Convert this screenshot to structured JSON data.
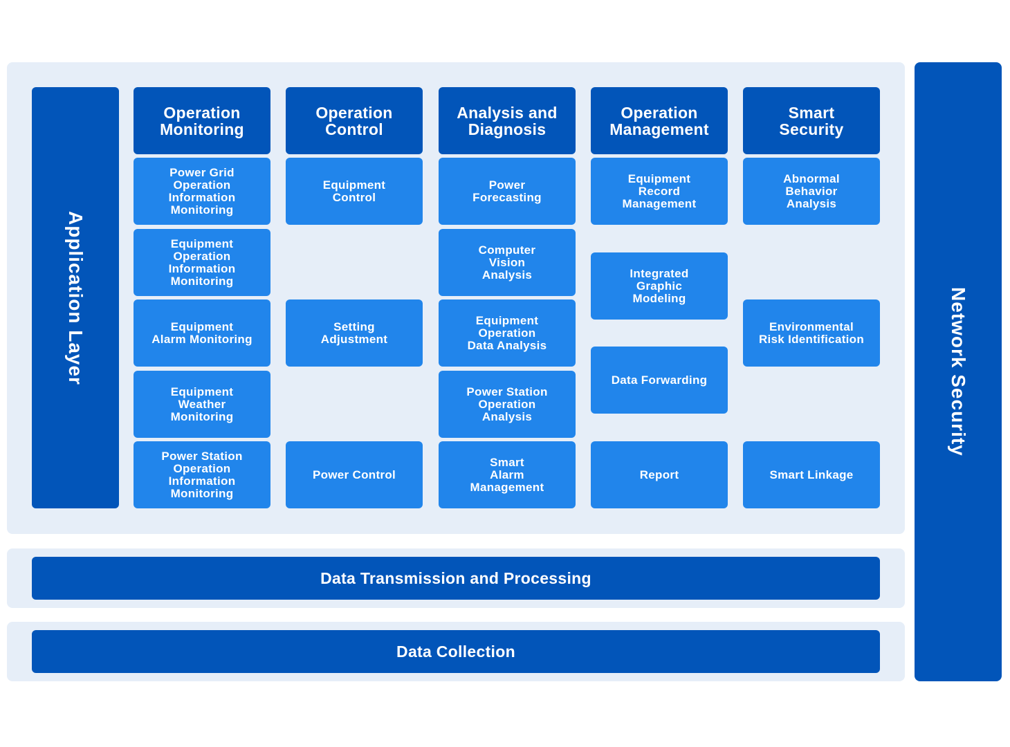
{
  "side": {
    "application_layer": "Application Layer",
    "network_security": "Network Security"
  },
  "columns": [
    {
      "title": "Operation\nMonitoring",
      "items": [
        "Power Grid\nOperation\nInformation\nMonitoring",
        "Equipment\nOperation\nInformation\nMonitoring",
        "Equipment\nAlarm Monitoring",
        "Equipment\nWeather\nMonitoring",
        "Power Station\nOperation\nInformation\nMonitoring"
      ]
    },
    {
      "title": "Operation\nControl",
      "items": [
        "Equipment\nControl",
        "Setting\nAdjustment",
        "Power Control"
      ]
    },
    {
      "title": "Analysis and\nDiagnosis",
      "items": [
        "Power\nForecasting",
        "Computer\nVision\nAnalysis",
        "Equipment\nOperation\nData Analysis",
        "Power Station\nOperation\nAnalysis",
        "Smart\nAlarm\nManagement"
      ]
    },
    {
      "title": "Operation\nManagement",
      "items": [
        "Equipment\nRecord\nManagement",
        "Integrated\nGraphic\nModeling",
        "Data Forwarding",
        "Report"
      ]
    },
    {
      "title": "Smart\nSecurity",
      "items": [
        "Abnormal\nBehavior\nAnalysis",
        "Environmental\nRisk Identification",
        "Smart Linkage"
      ]
    }
  ],
  "bars": {
    "transmission": "Data Transmission and Processing",
    "collection": "Data Collection"
  }
}
